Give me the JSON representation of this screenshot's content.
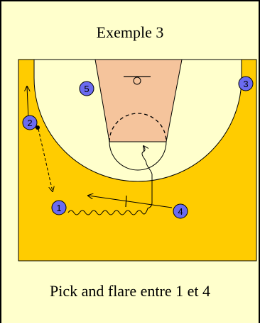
{
  "title": "Exemple 3",
  "caption": "Pick and flare entre 1 et 4",
  "colors": {
    "background": "#ffffcc",
    "court": "#ffcc00",
    "inside_arc": "#ffffcc",
    "paint": "#f5c49c",
    "player": "#6b6bf0"
  },
  "players": [
    {
      "id": "player-1",
      "label": "1"
    },
    {
      "id": "player-2",
      "label": "2"
    },
    {
      "id": "player-3",
      "label": "3"
    },
    {
      "id": "player-4",
      "label": "4"
    },
    {
      "id": "player-5",
      "label": "5"
    }
  ]
}
